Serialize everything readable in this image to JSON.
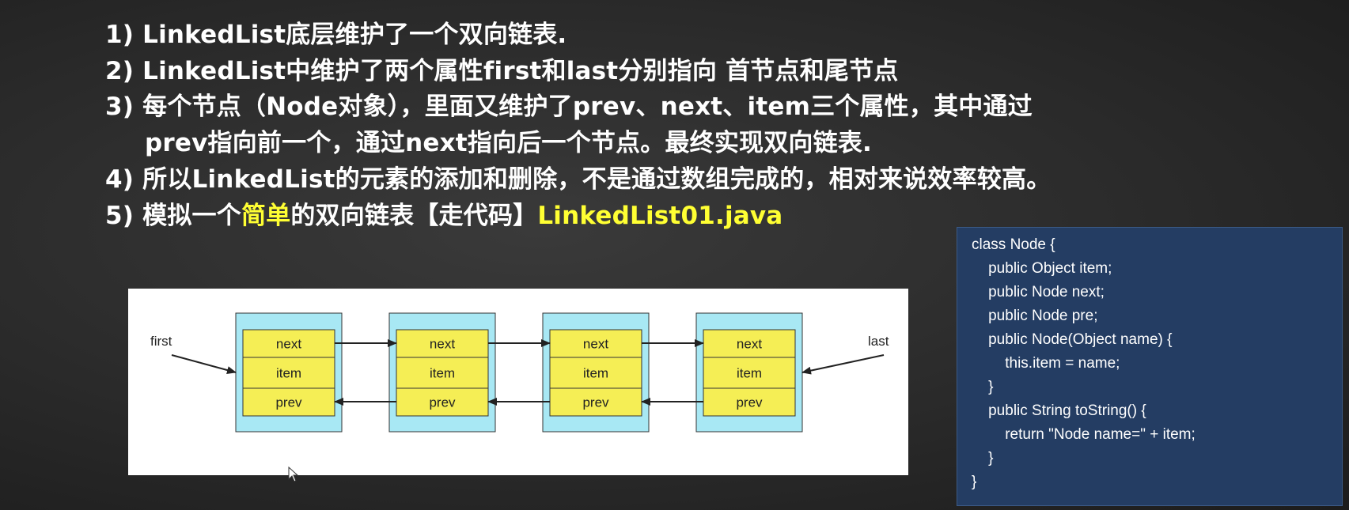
{
  "lines": [
    "1) LinkedList底层维护了一个双向链表.",
    "2) LinkedList中维护了两个属性first和last分别指向 首节点和尾节点",
    "3) 每个节点（Node对象），里面又维护了prev、next、item三个属性，其中通过",
    "prev指向前一个，通过next指向后一个节点。最终实现双向链表.",
    "4) 所以LinkedList的元素的添加和删除，不是通过数组完成的，相对来说效率较高。"
  ],
  "line5": {
    "prefix": "5) 模拟一个",
    "highlight": "简单",
    "middle": "的双向链表【走代码】",
    "file": "LinkedList01.java"
  },
  "diagram": {
    "first_label": "first",
    "last_label": "last",
    "node_fields": [
      "next",
      "item",
      "prev"
    ],
    "node_count": 4,
    "colors": {
      "outer": "#a8e8f4",
      "inner": "#f5ee55",
      "arrow": "#222222"
    }
  },
  "code": [
    "class Node {",
    "    public Object item;",
    "    public Node next;",
    "    public Node pre;",
    "    public Node(Object name) {",
    "        this.item = name;",
    "    }",
    "    public String toString() {",
    "        return \"Node name=\" + item;",
    "    }",
    "}"
  ]
}
